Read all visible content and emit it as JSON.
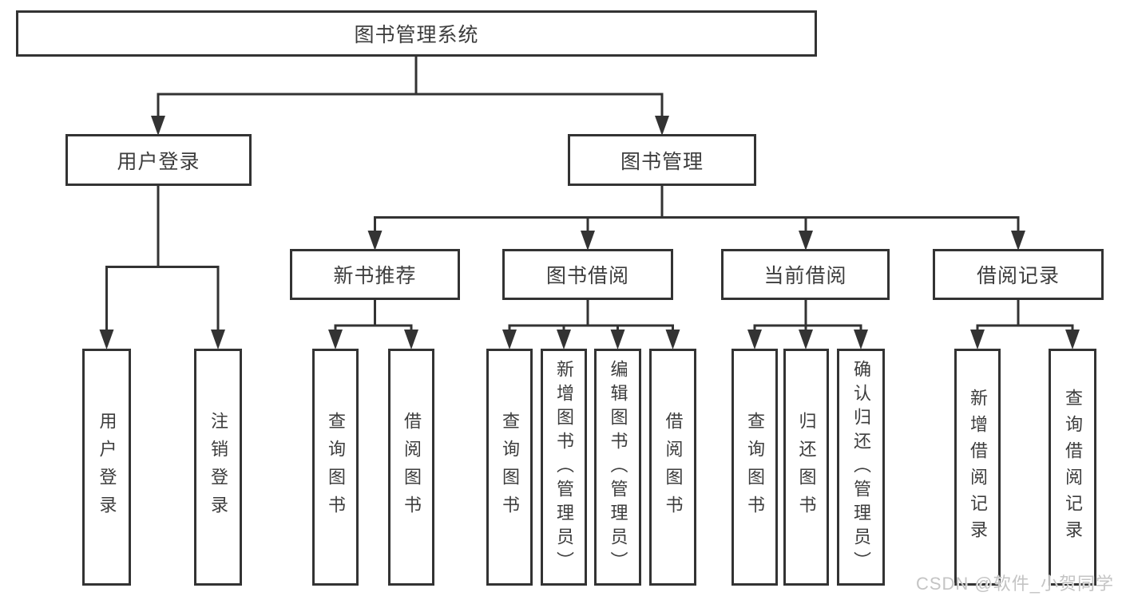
{
  "diagram": {
    "root": {
      "label": "图书管理系统"
    },
    "branches": [
      {
        "label": "用户登录",
        "children": [
          {
            "label": "用户登录"
          },
          {
            "label": "注销登录"
          }
        ]
      },
      {
        "label": "图书管理",
        "children": [
          {
            "label": "新书推荐",
            "children": [
              {
                "label": "查询图书"
              },
              {
                "label": "借阅图书"
              }
            ]
          },
          {
            "label": "图书借阅",
            "children": [
              {
                "label": "查询图书"
              },
              {
                "label": "新增图书（管理员）"
              },
              {
                "label": "编辑图书（管理员）"
              },
              {
                "label": "借阅图书"
              }
            ]
          },
          {
            "label": "当前借阅",
            "children": [
              {
                "label": "查询图书"
              },
              {
                "label": "归还图书"
              },
              {
                "label": "确认归还（管理员）"
              }
            ]
          },
          {
            "label": "借阅记录",
            "children": [
              {
                "label": "新增借阅记录"
              },
              {
                "label": "查询借阅记录"
              }
            ]
          }
        ]
      }
    ]
  },
  "watermark": {
    "text": "CSDN @软件_小贺同学"
  },
  "colors": {
    "line": "#333333",
    "box_border": "#333333",
    "text": "#3d3d3d",
    "watermark": "#c4c4c4",
    "background": "#ffffff"
  }
}
